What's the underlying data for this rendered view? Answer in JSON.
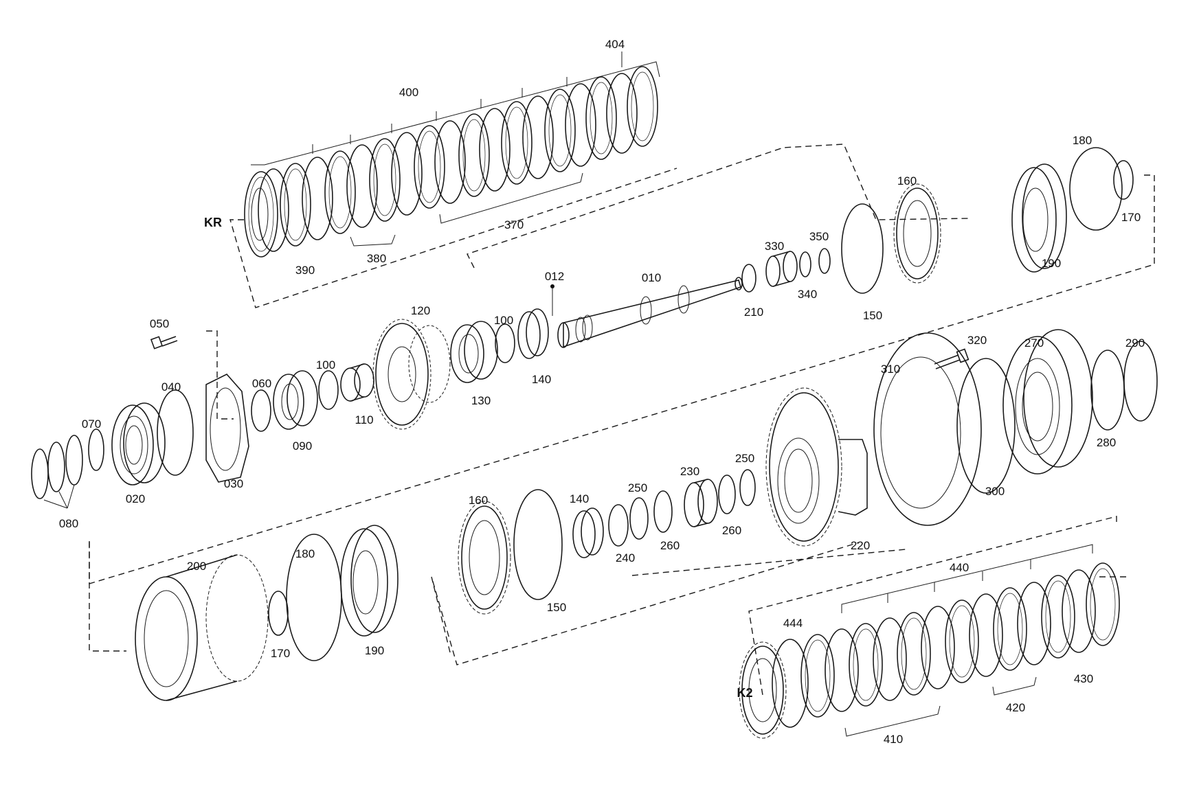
{
  "groups": {
    "kr": "KR",
    "k2": "K2"
  },
  "labels": {
    "l010": "010",
    "l012": "012",
    "l020": "020",
    "l030": "030",
    "l040": "040",
    "l050": "050",
    "l060": "060",
    "l070": "070",
    "l080": "080",
    "l090": "090",
    "l100a": "100",
    "l100b": "100",
    "l110": "110",
    "l120": "120",
    "l130": "130",
    "l140a": "140",
    "l140b": "140",
    "l150a": "150",
    "l150b": "150",
    "l160a": "160",
    "l160b": "160",
    "l170a": "170",
    "l170b": "170",
    "l180a": "180",
    "l180b": "180",
    "l190a": "190",
    "l190b": "190",
    "l200": "200",
    "l210": "210",
    "l220": "220",
    "l230": "230",
    "l240": "240",
    "l250a": "250",
    "l250b": "250",
    "l260a": "260",
    "l260b": "260",
    "l270": "270",
    "l280": "280",
    "l290": "290",
    "l300": "300",
    "l310": "310",
    "l320": "320",
    "l330": "330",
    "l340": "340",
    "l350": "350",
    "l370": "370",
    "l380": "380",
    "l390": "390",
    "l400": "400",
    "l404": "404",
    "l410": "410",
    "l420": "420",
    "l430": "430",
    "l440": "440",
    "l444": "444"
  }
}
